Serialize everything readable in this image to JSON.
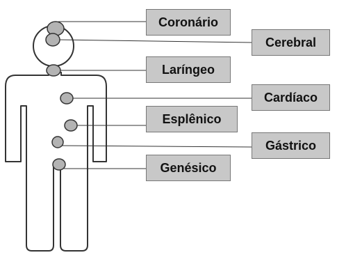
{
  "labels": {
    "coronario": "Coronário",
    "cerebral": "Cerebral",
    "laringeo": "Laríngeo",
    "cardiaco": "Cardíaco",
    "esplenico": "Esplênico",
    "gastrico": "Gástrico",
    "genesico": "Genésico"
  },
  "colors": {
    "body_outline": "#333333",
    "chakra_fill": "#b3b3b3",
    "label_fill": "#c8c8c8",
    "connector": "#333333"
  }
}
